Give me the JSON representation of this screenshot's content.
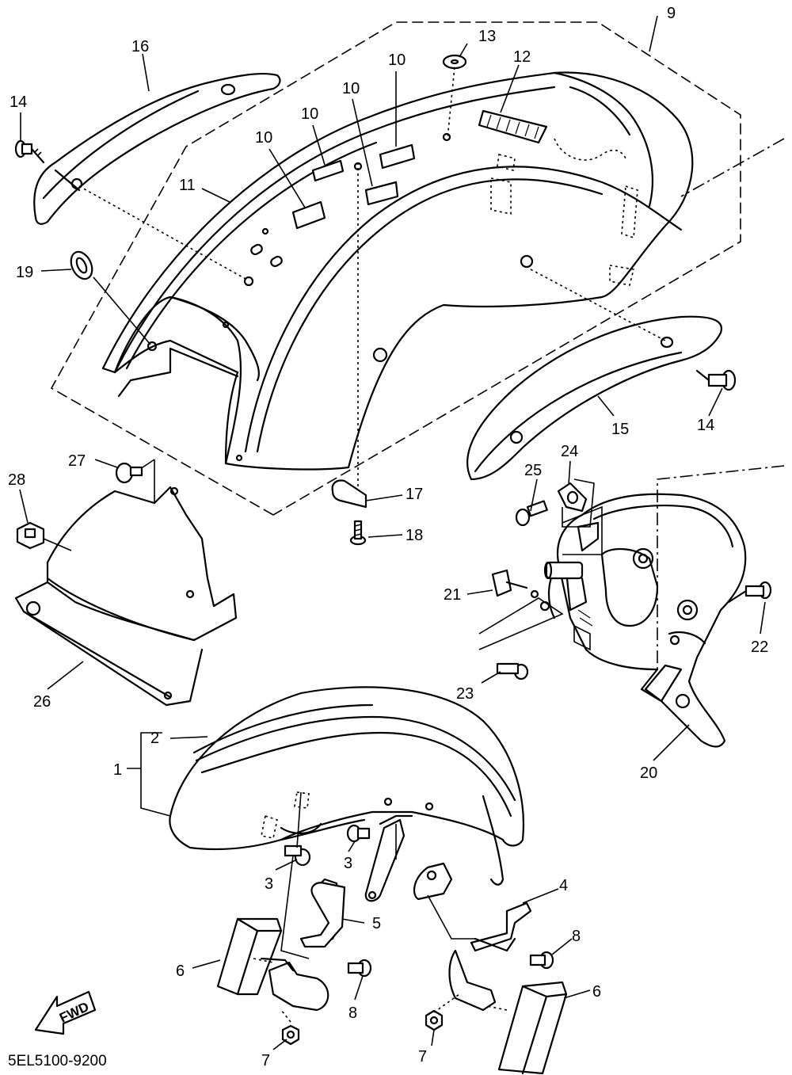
{
  "diagram": {
    "part_code": "5EL5100-9200",
    "direction_label": "FWD",
    "callouts": [
      {
        "key": "c9",
        "label": "9"
      },
      {
        "key": "c13",
        "label": "13"
      },
      {
        "key": "c12",
        "label": "12"
      },
      {
        "key": "c16",
        "label": "16"
      },
      {
        "key": "c10a",
        "label": "10"
      },
      {
        "key": "c10b",
        "label": "10"
      },
      {
        "key": "c10c",
        "label": "10"
      },
      {
        "key": "c10d",
        "label": "10"
      },
      {
        "key": "c14a",
        "label": "14"
      },
      {
        "key": "c11",
        "label": "11"
      },
      {
        "key": "c19",
        "label": "19"
      },
      {
        "key": "c14b",
        "label": "14"
      },
      {
        "key": "c15",
        "label": "15"
      },
      {
        "key": "c24",
        "label": "24"
      },
      {
        "key": "c25",
        "label": "25"
      },
      {
        "key": "c27",
        "label": "27"
      },
      {
        "key": "c28",
        "label": "28"
      },
      {
        "key": "c17",
        "label": "17"
      },
      {
        "key": "c18",
        "label": "18"
      },
      {
        "key": "c21",
        "label": "21"
      },
      {
        "key": "c22",
        "label": "22"
      },
      {
        "key": "c23",
        "label": "23"
      },
      {
        "key": "c26",
        "label": "26"
      },
      {
        "key": "c2",
        "label": "2"
      },
      {
        "key": "c1",
        "label": "1"
      },
      {
        "key": "c20",
        "label": "20"
      },
      {
        "key": "c3a",
        "label": "3"
      },
      {
        "key": "c3b",
        "label": "3"
      },
      {
        "key": "c4",
        "label": "4"
      },
      {
        "key": "c5",
        "label": "5"
      },
      {
        "key": "c8a",
        "label": "8"
      },
      {
        "key": "c6a",
        "label": "6"
      },
      {
        "key": "c6b",
        "label": "6"
      },
      {
        "key": "c8b",
        "label": "8"
      },
      {
        "key": "c7a",
        "label": "7"
      },
      {
        "key": "c7b",
        "label": "7"
      }
    ]
  }
}
